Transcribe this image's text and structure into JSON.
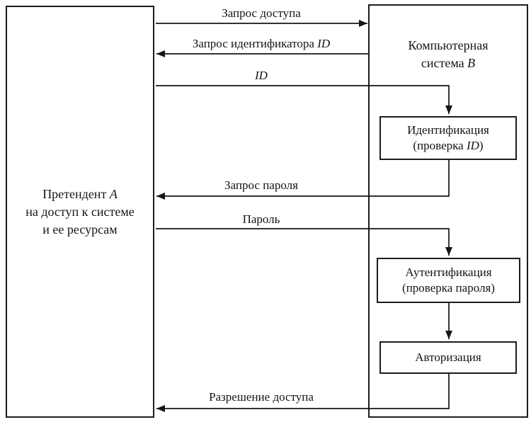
{
  "actor": {
    "name": "Претендент ",
    "var": "A",
    "line2": "на доступ к системе",
    "line3": "и ее ресурсам"
  },
  "system": {
    "line1": "Компьютерная",
    "line2": "система ",
    "var": "B"
  },
  "steps": {
    "identification": {
      "title": "Идентификация",
      "sub_prefix": "(проверка ",
      "sub_var": "ID",
      "sub_suffix": ")"
    },
    "authentication": {
      "title": "Аутентификация",
      "subtitle": "(проверка пароля)"
    },
    "authorization": {
      "title": "Авторизация"
    }
  },
  "messages": {
    "access_request": "Запрос доступа",
    "id_request": "Запрос идентификатора ",
    "id_request_var": "ID",
    "id_var": "ID",
    "password_request": "Запрос пароля",
    "password": "Пароль",
    "access_grant": "Разрешение доступа"
  },
  "colors": {
    "line": "#161616",
    "background": "#ffffff"
  }
}
